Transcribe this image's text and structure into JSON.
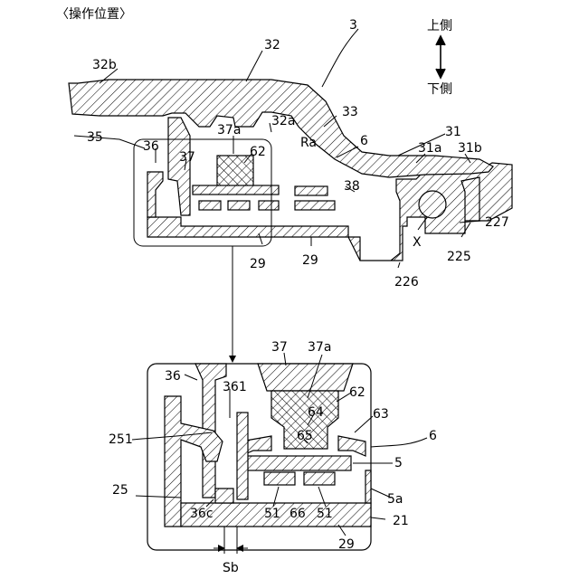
{
  "caption": "〈操作位置〉",
  "direction": {
    "up": "上側",
    "down": "下側"
  },
  "labels": {
    "l3": "3",
    "l32": "32",
    "l32b": "32b",
    "l33": "33",
    "l32a": "32a",
    "l31": "31",
    "l35": "35",
    "l36": "36",
    "l37": "37",
    "l37a": "37a",
    "l62": "62",
    "lRa": "Ra",
    "l6": "6",
    "l31a": "31a",
    "l31b": "31b",
    "l38": "38",
    "l227": "227",
    "l29a": "29",
    "l29b": "29",
    "lX": "X",
    "l225": "225",
    "l226": "226",
    "d37": "37",
    "d37a": "37a",
    "d36": "36",
    "d361": "361",
    "d62": "62",
    "d64": "64",
    "d63": "63",
    "d251": "251",
    "d65": "65",
    "d6": "6",
    "d5": "5",
    "d25": "25",
    "d5a": "5a",
    "d36c": "36c",
    "d51a": "51",
    "d66": "66",
    "d51b": "51",
    "d21": "21",
    "d29": "29",
    "dSb": "Sb"
  }
}
